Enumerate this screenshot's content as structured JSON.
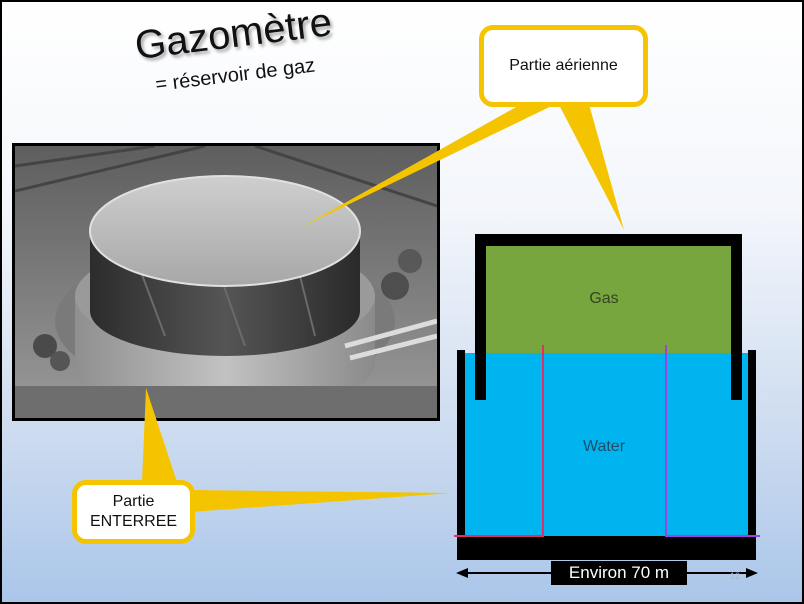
{
  "slide": {
    "title": "Gazomètre",
    "subtitle": "= réservoir de gaz",
    "page_number": "12"
  },
  "callouts": {
    "aerienne": "Partie aérienne",
    "enterree_line1": "Partie",
    "enterree_line2": "ENTERREE"
  },
  "diagram": {
    "gas_label": "Gas",
    "water_label": "Water",
    "dimension_label": "Environ 70 m"
  },
  "colors": {
    "callout_border": "#f5c400",
    "gas": "#77a63f",
    "water": "#00b4f0",
    "tank_wall": "#000000",
    "pipe_red": "#e0306a",
    "pipe_purple": "#a040e0"
  }
}
